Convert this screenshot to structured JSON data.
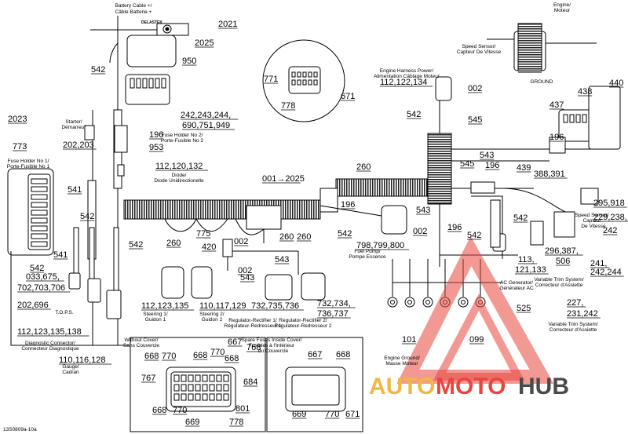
{
  "diagram": {
    "figure_code": "13S0809a-10a",
    "callouts": [
      "2021",
      "2025",
      "950",
      "542",
      "771",
      "671",
      "778",
      "242,243,244,",
      "690,751,949",
      "2023",
      "773",
      "202,203",
      "196",
      "953",
      "112,120,132",
      "541",
      "542",
      "542",
      "542",
      "541",
      "033,675,",
      "702,703,706",
      "202,696",
      "112,123,135,138",
      "110,116,128",
      "002",
      "001→2025",
      "260",
      "260",
      "260",
      "775",
      "420",
      "543",
      "002",
      "543",
      "112,123,135",
      "110,117,129",
      "732,735,736",
      "732,734,",
      "736,737",
      "196",
      "542",
      "798,799,800",
      "260",
      "112,122,134",
      "542",
      "002",
      "545",
      "196",
      "437",
      "438",
      "440",
      "543",
      "545",
      "196",
      "439",
      "388,391",
      "295,918",
      "229,238,",
      "242",
      "296,387,",
      "506",
      "241,",
      "242,244",
      "543",
      "542",
      "002",
      "196",
      "542",
      "113,",
      "121,133",
      "227,",
      "231,242",
      "525",
      "101",
      "099",
      "668",
      "770",
      "668",
      "770",
      "667",
      "768",
      "668",
      "767",
      "684",
      "668",
      "770",
      "669",
      "778",
      "801",
      "667",
      "668",
      "669",
      "770",
      "671"
    ],
    "labels": [
      "Battery Cable +/",
      "Câble Batterie +",
      "Fuse Holder No 2/",
      "Porte-Fusible No 2",
      "Starter/",
      "Démarreur",
      "Fuse Holder No 1/",
      "Porte-Fusible No 1",
      "Diode/",
      "Diode Unidirectionelle",
      "T.O.P.S.",
      "Diagnostic Connector/",
      "Connecteur Diagnostique",
      "Gauge/",
      "Cadran",
      "Steering 1/",
      "Guidon 1",
      "Steering 2/",
      "Guidon 2",
      "Regulator-Rectifier 1/",
      "Régulateur-Redresseur 1",
      "Regulator-Rectifier 2/",
      "Régulateur-Redresseur 2",
      "Fuel Pump/",
      "Pompe Essence",
      "Engine Harness Power/",
      "Alimentation Câblage Moteur",
      "Engine/",
      "Moteur",
      "Speed Sensor/",
      "Capteur De Vitesse",
      "GROUND",
      "Speed Sensor/",
      "Capteur",
      "De Vitesse",
      "Variable Trim System/",
      "Correcteur d'Assiette",
      "AC Generator/",
      "Générateur AC",
      "Variable Trim System/",
      "Correcteur d'Assiette",
      "Engine Ground/",
      "Masse Moteur",
      "Without Cover/",
      "Sans Couvercle",
      "Spare Fuses Inside Cover/",
      "Fusibles à l'Intérieur",
      "du Couvercle"
    ],
    "part_texts": [
      "DELASTEK"
    ]
  },
  "watermark": {
    "text_auto": "AUTO",
    "text_moto": "MOTO",
    "text_hub": "HUB",
    "color_red": "#e8463c",
    "color_gray": "#4a4a4a"
  }
}
